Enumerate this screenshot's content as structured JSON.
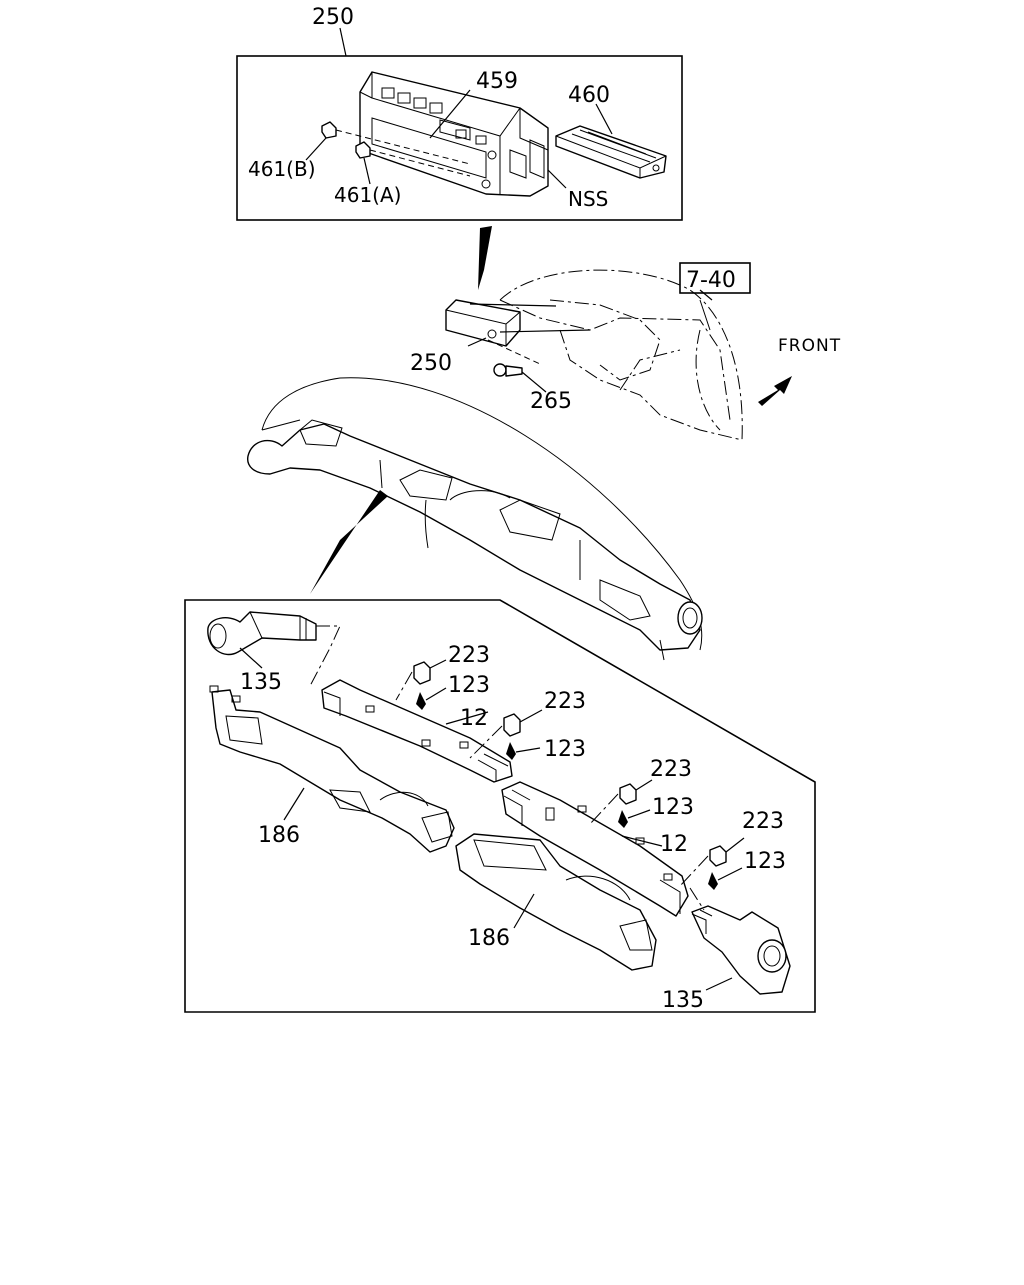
{
  "diagram": {
    "labels": {
      "top_assembly": "250",
      "control_panel": "459",
      "module": "460",
      "knob_b": "461(B)",
      "knob_a": "461(A)",
      "not_serviced": "NSS",
      "ref_box": "7-40",
      "front": "FRONT",
      "bracket_250": "250",
      "screw": "265",
      "duct_135_left": "135",
      "clip_223_a": "223",
      "screw_123_a": "123",
      "duct_12_left": "12",
      "clip_223_b": "223",
      "screw_123_b": "123",
      "duct_186_left": "186",
      "clip_223_c": "223",
      "screw_123_c": "123",
      "duct_12_right": "12",
      "clip_223_d": "223",
      "screw_123_d": "123",
      "duct_186_right": "186",
      "duct_135_right": "135"
    }
  }
}
